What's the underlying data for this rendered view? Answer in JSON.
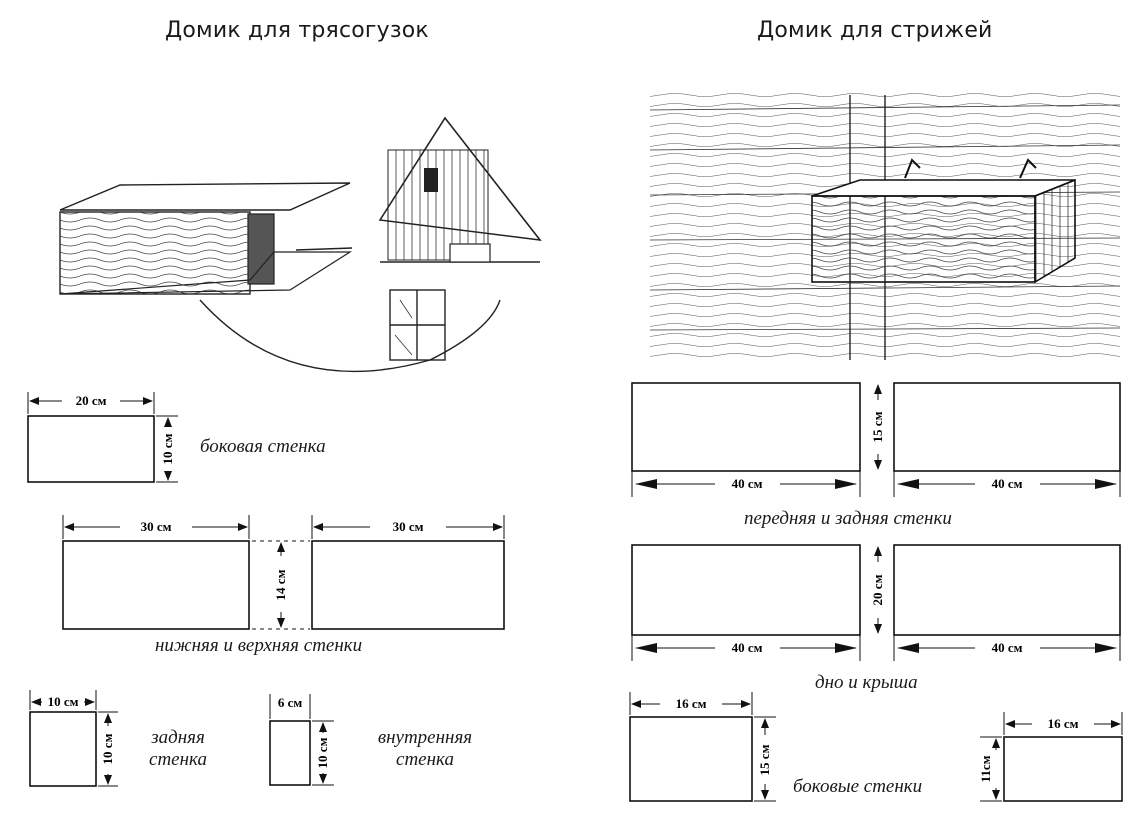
{
  "left": {
    "title": "Домик для трясогузок",
    "panels": {
      "side": {
        "width": "20 см",
        "height": "10 см",
        "caption": "боковая стенка"
      },
      "bottom_top": {
        "width1": "30 см",
        "width2": "30 см",
        "height": "14 см",
        "caption": "нижняя и верхняя стенки"
      },
      "back": {
        "width": "10 см",
        "height": "10 см",
        "caption_line1": "задняя",
        "caption_line2": "стенка"
      },
      "inner": {
        "width": "6 см",
        "height": "10 см",
        "caption_line1": "внутренняя",
        "caption_line2": "стенка"
      }
    }
  },
  "right": {
    "title": "Домик для стрижей",
    "panels": {
      "front_back": {
        "width1": "40 см",
        "width2": "40 см",
        "height": "15 см",
        "caption": "передняя и задняя стенки"
      },
      "floor_roof": {
        "width1": "40 см",
        "width2": "40 см",
        "height": "20 см",
        "caption": "дно и крыша"
      },
      "sides": {
        "width1": "16 см",
        "height1": "15 см",
        "width2": "16 см",
        "height2": "11см",
        "caption": "боковые стенки"
      }
    }
  }
}
